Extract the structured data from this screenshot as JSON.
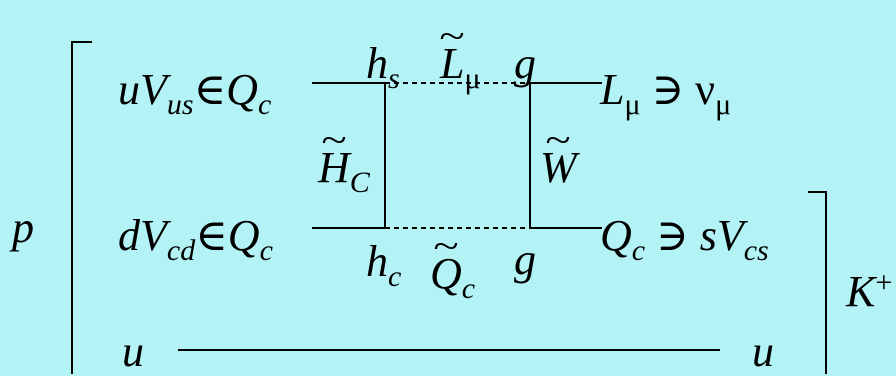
{
  "labels": {
    "p": "p",
    "top_left_u": "u",
    "top_left_V": "V",
    "top_left_sub": "us",
    "elem_sym": "∈",
    "Q": "Q",
    "c_sub": "c",
    "h": "h",
    "s_sub": "s",
    "L": "L",
    "mu_sub": "μ",
    "g": "g",
    "ni_sym": "∋",
    "nu": "ν",
    "H": "H",
    "C_sub": "C",
    "W": "W",
    "mid_left_d": "d",
    "mid_left_sub": "cd",
    "s_quark": "s",
    "cs_sub": "cs",
    "bottom_u": "u",
    "K": "K",
    "K_sup": "+"
  },
  "colors": {
    "background": "#b3f3f6",
    "ink": "#000000"
  }
}
